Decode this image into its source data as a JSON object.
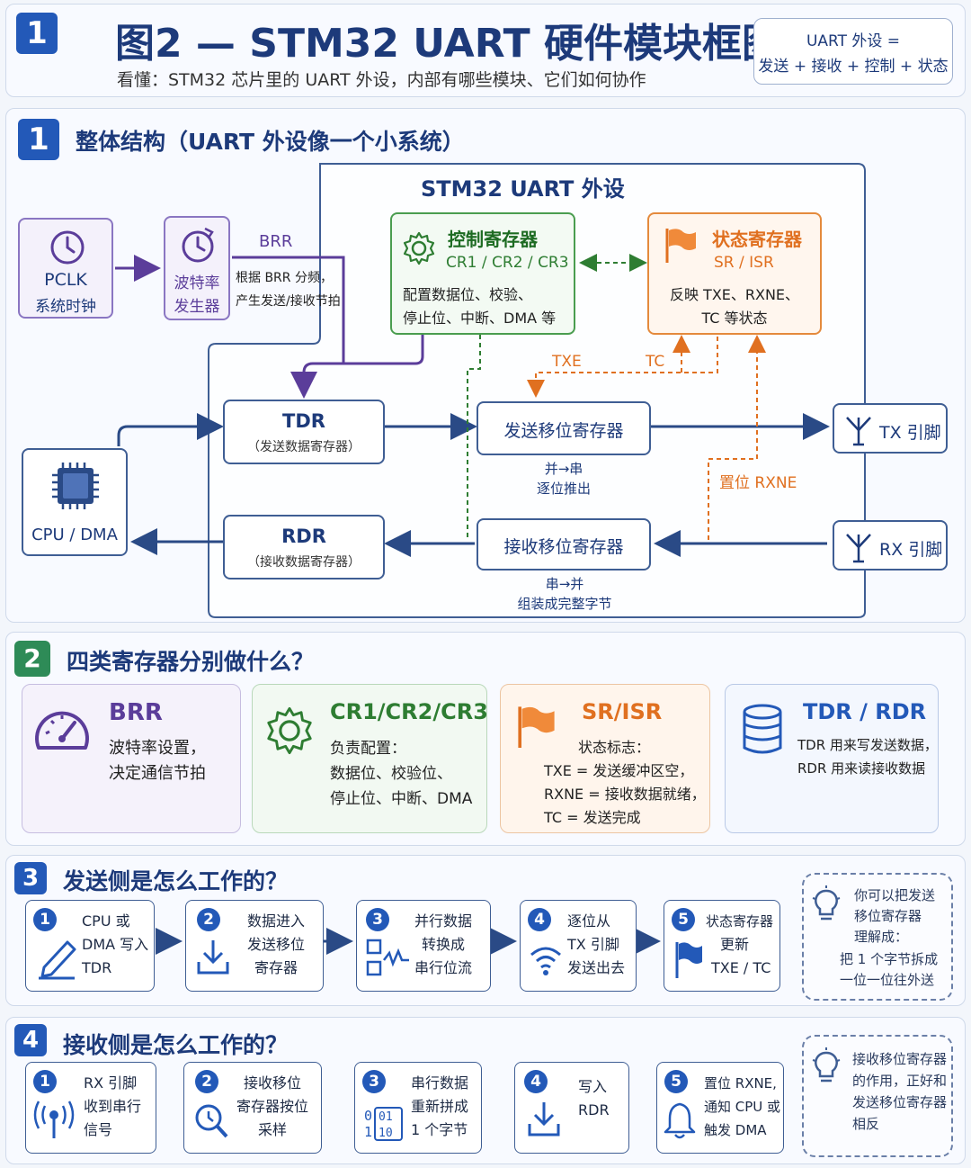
{
  "header": {
    "badge": "1",
    "title": "图2 — STM32 UART 硬件模块框图",
    "subtitle": "看懂：STM32 芯片里的 UART 外设，内部有哪些模块、它们如何协作",
    "formula_line1": "UART 外设 =",
    "formula_line2": "发送 + 接收 + 控制 + 状态"
  },
  "section1": {
    "badge": "1",
    "title": "整体结构（UART 外设像一个小系统）",
    "peripheral_title": "STM32 UART 外设",
    "pclk_label": "PCLK",
    "pclk_sub": "系统时钟",
    "baud_line1": "波特率",
    "baud_line2": "发生器",
    "brr_label": "BRR",
    "brr_note1": "根据 BRR 分频，",
    "brr_note2": "产生发送/接收节拍",
    "ctrl_title": "控制寄存器",
    "ctrl_sub": "CR1 / CR2 / CR3",
    "ctrl_desc1": "配置数据位、校验、",
    "ctrl_desc2": "停止位、中断、DMA 等",
    "status_title": "状态寄存器",
    "status_sub": "SR / ISR",
    "status_desc1": "反映 TXE、RXNE、",
    "status_desc2": "TC 等状态",
    "txe_label": "TXE",
    "tc_label": "TC",
    "tdr_title": "TDR",
    "tdr_sub": "（发送数据寄存器）",
    "rdr_title": "RDR",
    "rdr_sub": "（接收数据寄存器）",
    "tx_shift": "发送移位寄存器",
    "tx_shift_note1": "并→串",
    "tx_shift_note2": "逐位推出",
    "rx_shift": "接收移位寄存器",
    "rx_shift_note1": "串→并",
    "rx_shift_note2": "组装成完整字节",
    "rxne_label": "置位 RXNE",
    "tx_pin": "TX 引脚",
    "rx_pin": "RX 引脚",
    "cpu_label": "CPU / DMA"
  },
  "section2": {
    "badge": "2",
    "title": "四类寄存器分别做什么？",
    "cards": [
      {
        "title": "BRR",
        "lines": [
          "波特率设置，",
          "决定通信节拍"
        ]
      },
      {
        "title": "CR1/CR2/CR3",
        "lines": [
          "负责配置：",
          "数据位、校验位、",
          "停止位、中断、DMA"
        ]
      },
      {
        "title": "SR/ISR",
        "lines": [
          "状态标志：",
          "TXE = 发送缓冲区空，",
          "RXNE = 接收数据就绪，",
          "TC = 发送完成"
        ]
      },
      {
        "title": "TDR / RDR",
        "lines": [
          "TDR 用来写发送数据，",
          "RDR 用来读接收数据"
        ]
      }
    ]
  },
  "section3": {
    "badge": "3",
    "title": "发送侧是怎么工作的？",
    "steps": [
      {
        "n": "1",
        "lines": [
          "CPU 或",
          "DMA 写入",
          "TDR"
        ]
      },
      {
        "n": "2",
        "lines": [
          "数据进入",
          "发送移位",
          "寄存器"
        ]
      },
      {
        "n": "3",
        "lines": [
          "并行数据",
          "转换成",
          "串行位流"
        ]
      },
      {
        "n": "4",
        "lines": [
          "逐位从",
          "TX 引脚",
          "发送出去"
        ]
      },
      {
        "n": "5",
        "lines": [
          "状态寄存器",
          "更新",
          "TXE / TC"
        ]
      }
    ],
    "note": [
      "你可以把发送",
      "移位寄存器",
      "理解成：",
      "把 1 个字节拆成",
      "一位一位往外送"
    ]
  },
  "section4": {
    "badge": "4",
    "title": "接收侧是怎么工作的？",
    "steps": [
      {
        "n": "1",
        "lines": [
          "RX 引脚",
          "收到串行",
          "信号"
        ]
      },
      {
        "n": "2",
        "lines": [
          "接收移位",
          "寄存器按位",
          "采样"
        ]
      },
      {
        "n": "3",
        "lines": [
          "串行数据",
          "重新拼成",
          "1 个字节"
        ]
      },
      {
        "n": "4",
        "lines": [
          "写入",
          "RDR"
        ]
      },
      {
        "n": "5",
        "lines": [
          "置位 RXNE,",
          "通知 CPU 或",
          "触发 DMA"
        ]
      }
    ],
    "note": [
      "接收移位寄存器",
      "的作用，正好和",
      "发送移位寄存器",
      "相反"
    ]
  },
  "colors": {
    "primary": "#2359b8",
    "navy": "#1d3a7a",
    "orange": "#e07020",
    "green": "#2e7d32",
    "purple": "#5b3d9a"
  }
}
